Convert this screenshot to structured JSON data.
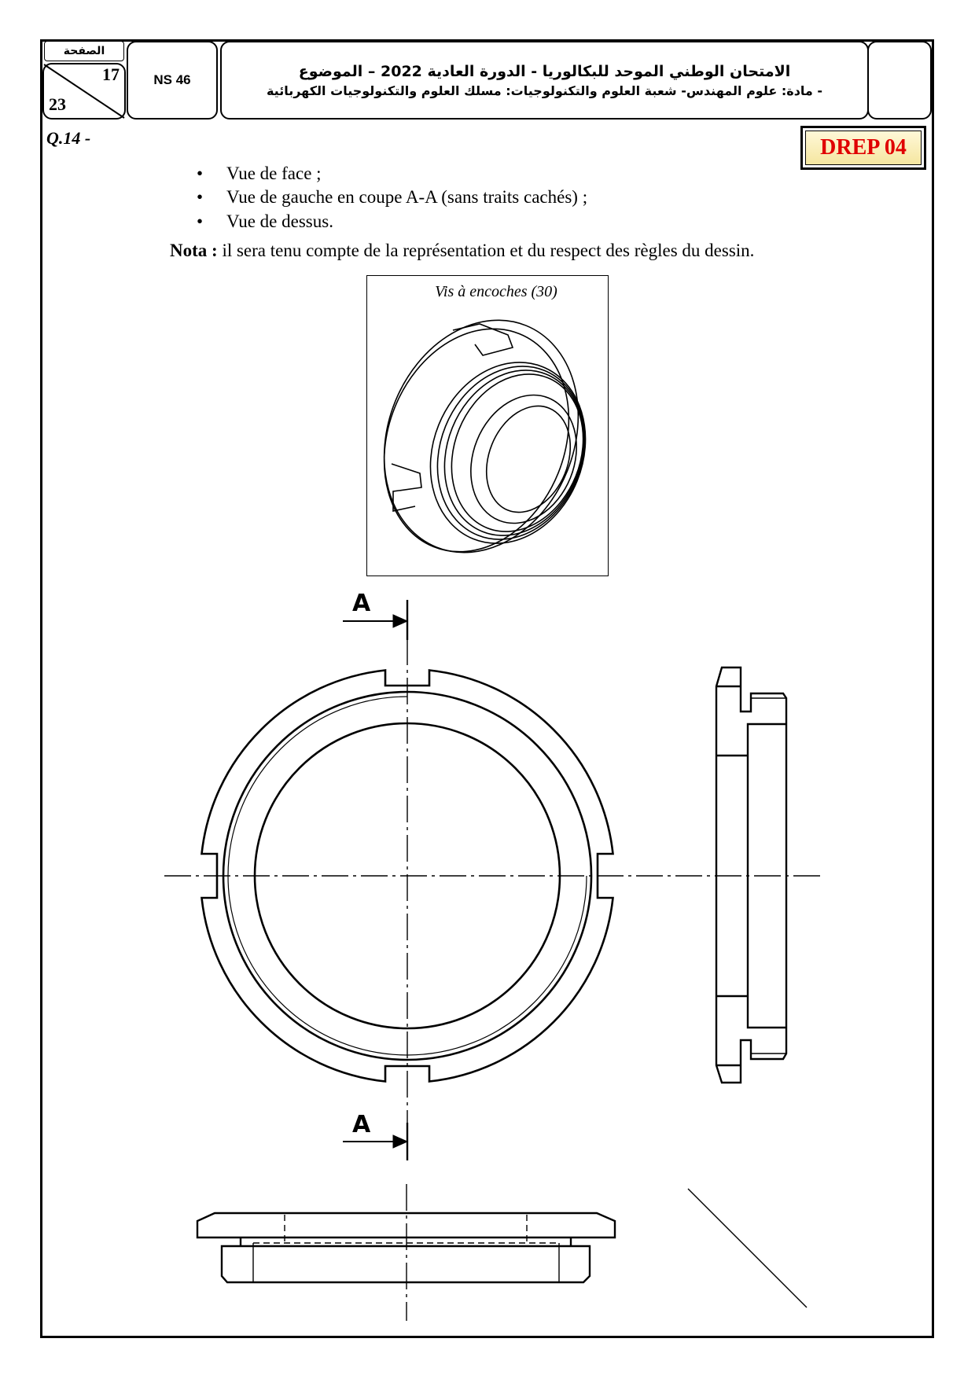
{
  "header": {
    "page_label": "الصفحة",
    "page_current": "17",
    "page_total": "23",
    "code": "NS 46",
    "title_line1": "الامتحان الوطني الموحد للبكالوريا - الدورة العادية 2022 – الموضوع",
    "title_line2": "- مادة: علوم المهندس- شعبة العلوم والتكنولوجيات: مسلك العلوم والتكنولوجيات الكهربائية",
    "doc_ref": "DREP 04"
  },
  "body": {
    "question": "Q.14 -",
    "bullets": [
      "Vue de face ;",
      "Vue de gauche en coupe A-A (sans traits cachés) ;",
      "Vue de dessus."
    ],
    "bullet_symbol": "•",
    "nota_label": "Nota :",
    "nota_text": " il sera tenu compte de la représentation et du respect des règles du dessin.",
    "image_caption": "Vis à encoches (30)",
    "section_label": "A"
  },
  "colors": {
    "doc_ref_text": "#e00000",
    "doc_ref_bg": "#f5e6a0"
  }
}
